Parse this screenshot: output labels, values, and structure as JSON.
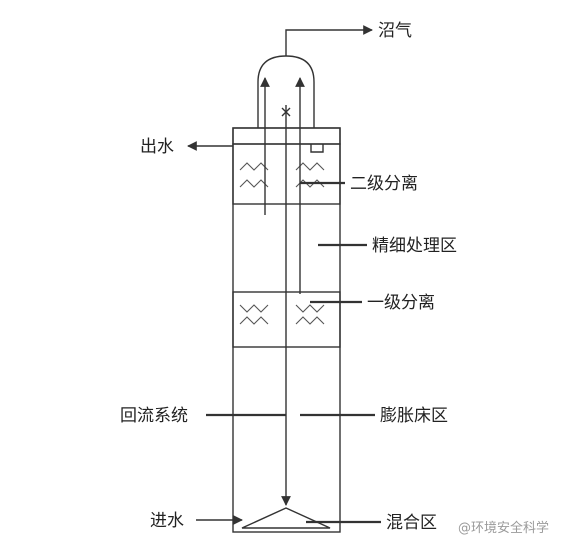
{
  "labels": {
    "biogas": "沼气",
    "outlet": "出水",
    "second_separation": "二级分离",
    "polishing_zone": "精细处理区",
    "first_separation": "一级分离",
    "recirculation": "回流系统",
    "expanded_bed": "膨胀床区",
    "inlet": "进水",
    "mixing_zone": "混合区"
  },
  "watermark": {
    "text": "@环境安全科学"
  }
}
